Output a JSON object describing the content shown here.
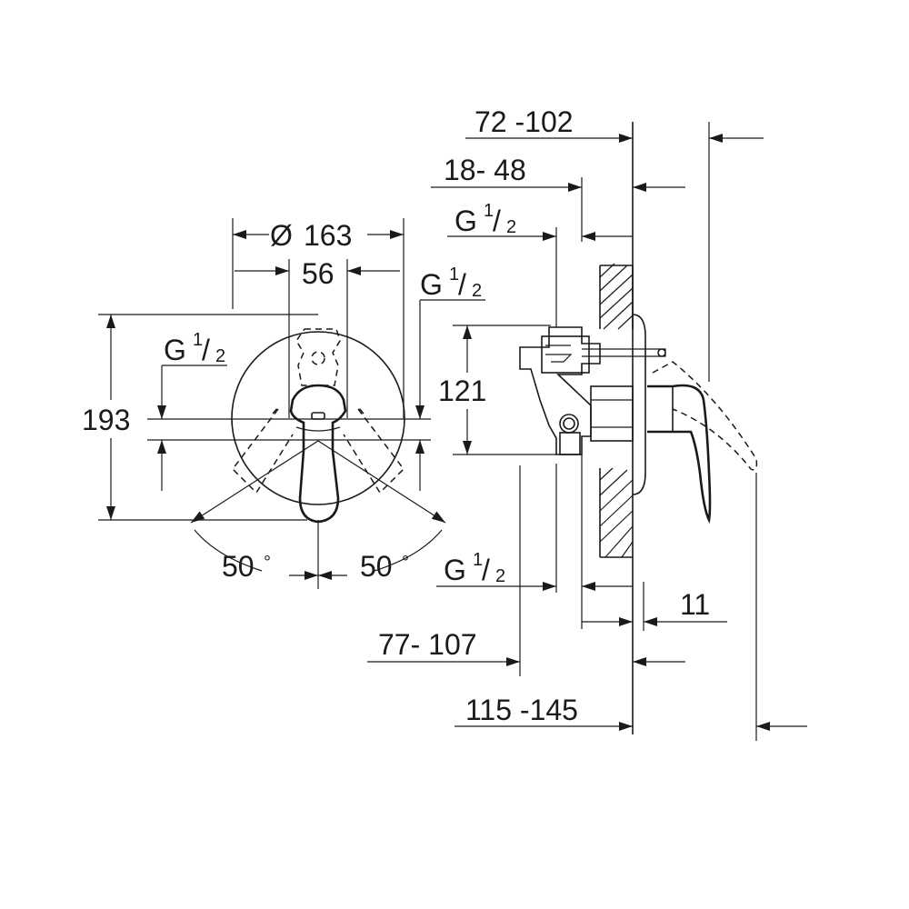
{
  "front_view": {
    "diameter": {
      "symbol": "Ø",
      "value": "163"
    },
    "center_distance": "56",
    "height": "193",
    "angle_left": "50",
    "angle_right": "50",
    "degree_symbol": "°",
    "connection_left": {
      "base": "G",
      "num": "1",
      "slash": "/",
      "den": "2"
    },
    "connection_right": {
      "base": "G",
      "num": "1",
      "slash": "/",
      "den": "2"
    }
  },
  "side_view": {
    "body_height": "121",
    "dim_72_102": "72 -102",
    "dim_18_48": "18- 48",
    "dim_11": "11",
    "dim_77_107": "77- 107",
    "dim_115_145": "115 -145",
    "connection_top": {
      "base": "G",
      "num": "1",
      "slash": "/",
      "den": "2"
    },
    "connection_bottom": {
      "base": "G",
      "num": "1",
      "slash": "/",
      "den": "2"
    }
  }
}
